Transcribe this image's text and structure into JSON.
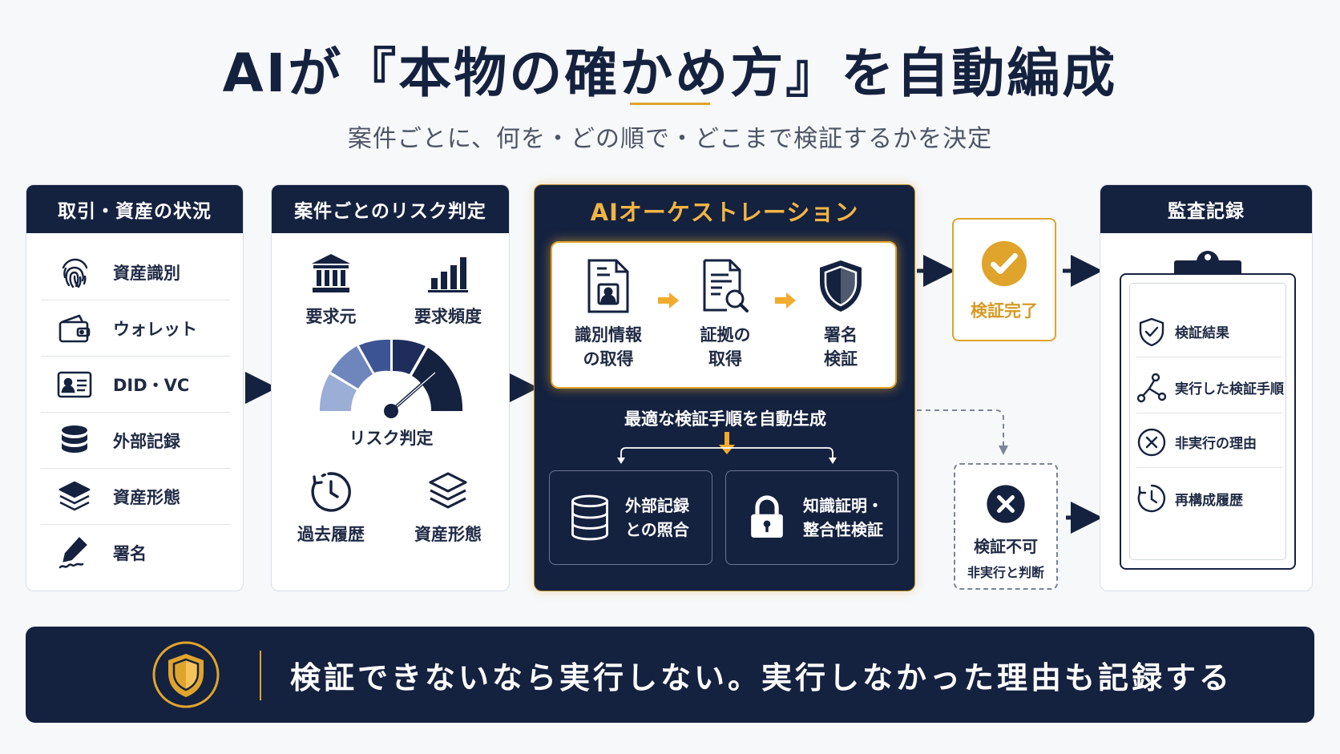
{
  "title": "AIが『本物の確かめ方』を自動編成",
  "subtitle": "案件ごとに、何を・どの順で・どこまで検証するかを決定",
  "panel1": {
    "header": "取引・資産の状況",
    "items": [
      {
        "label": "資産識別",
        "icon": "fingerprint-icon"
      },
      {
        "label": "ウォレット",
        "icon": "wallet-icon"
      },
      {
        "label": "DID・VC",
        "icon": "id-card-icon"
      },
      {
        "label": "外部記録",
        "icon": "database-icon"
      },
      {
        "label": "資産形態",
        "icon": "layers-icon"
      },
      {
        "label": "署名",
        "icon": "pen-signature-icon"
      }
    ]
  },
  "panel2": {
    "header": "案件ごとのリスク判定",
    "items": [
      {
        "label": "要求元",
        "icon": "bank-icon"
      },
      {
        "label": "要求頻度",
        "icon": "bar-chart-icon"
      },
      {
        "label": "過去履歴",
        "icon": "history-clock-icon"
      },
      {
        "label": "資産形態",
        "icon": "layers-icon"
      }
    ],
    "gauge_label": "リスク判定",
    "gauge_colors": [
      "#9aaed6",
      "#6f86bd",
      "#3d5494",
      "#1e2d5c",
      "#14213f"
    ]
  },
  "panel3": {
    "header": "AIオーケストレーション",
    "steps": [
      {
        "line1": "識別情報",
        "line2": "の取得",
        "icon": "id-document-icon"
      },
      {
        "line1": "証拠の",
        "line2": "取得",
        "icon": "document-search-icon"
      },
      {
        "line1": "署名",
        "line2": "検証",
        "icon": "shield-icon"
      }
    ],
    "auto_label": "最適な検証手順を自動生成",
    "sub": [
      {
        "line1": "外部記録",
        "line2": "との照合",
        "icon": "database-icon"
      },
      {
        "line1": "知識証明・",
        "line2": "整合性検証",
        "icon": "lock-icon"
      }
    ]
  },
  "result_ok": {
    "label": "検証完了",
    "icon": "check-circle-icon"
  },
  "result_ng": {
    "label": "検証不可",
    "sub": "非実行と判断",
    "icon": "x-circle-icon"
  },
  "panel5": {
    "header": "監査記録",
    "items": [
      {
        "label": "検証結果",
        "icon": "shield-check-icon"
      },
      {
        "label": "実行した検証手順",
        "icon": "flow-nodes-icon"
      },
      {
        "label": "非実行の理由",
        "icon": "x-circle-icon"
      },
      {
        "label": "再構成履歴",
        "icon": "clock-icon"
      }
    ]
  },
  "banner": {
    "text": "検証できないなら実行しない。実行しなかった理由も記録する",
    "icon": "shield-emblem-icon"
  },
  "colors": {
    "navy": "#14213f",
    "gold": "#e0a42c",
    "border": "#d8dde6"
  }
}
